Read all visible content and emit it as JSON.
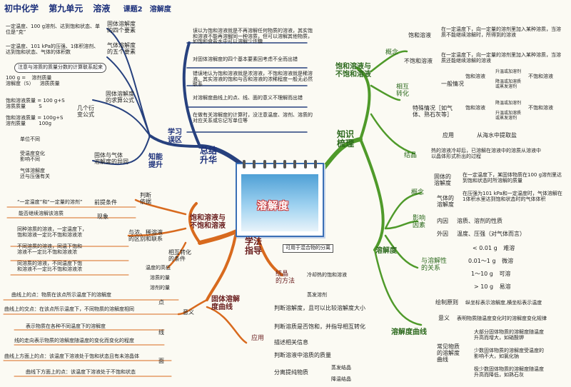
{
  "header": {
    "subject": "初中化学",
    "unit": "第九单元",
    "topic": "溶液",
    "lesson": "课题2",
    "lesson_title": "溶解度"
  },
  "center": {
    "title": "溶解度"
  },
  "hubs": {
    "summary": "总结\n升华",
    "knowledge": "知识\n梳理",
    "method": "学法\n指导"
  },
  "summary_branch": {
    "skill": "知能\n提升",
    "mistakes": "学习\n误区",
    "mistake_items": [
      "误以为饱和溶液就是不再溶解任何物质的溶液，其实饱和溶液不能再溶解同一种溶质，但可以溶解其他物质，如饱和食盐水中可以溶解少许糖",
      "对固体溶解度的四个基本要素回考虑不全而出错",
      "错误地认为饱和溶液就是浓溶液，不饱和溶液就是稀溶液。其实溶液的饱和与否和溶液的浓稀程度一般无必然联系",
      "对溶解度曲线上的点、线、面的意义不理解而出错",
      "在做有关溶解度的计算时，没注意温度、溶剂、溶质的对应关系或忘记写单位等"
    ],
    "four_elements_label": "固体溶解度\n的四个要素",
    "four_elements_text": "一定温度、100 g溶剂、达到饱和状态、单位是“克”",
    "gas_five_label": "气体溶解度\n的五个要素",
    "gas_five_text": "一定温度、101 kPa的压强、1体积溶剂、达到饱和状态、气体的体积数",
    "calc_note": "注意与溶质的质量分数的计算联系起来",
    "calc_label": "固体溶解度\n的求算公式",
    "formulas": [
      [
        "100 g",
        "溶解度（S）",
        "溶剂质量",
        "溶质质量"
      ],
      [
        "饱和溶液质量",
        "溶质质量",
        "100 g+S",
        "S"
      ],
      [
        "饱和溶液质量",
        "溶剂质量",
        "100g+S",
        "100g"
      ]
    ],
    "variants": "几个衍\n变公式",
    "diff_label": "固体与气体\n溶解度的异同",
    "diff_items": [
      "单位不同",
      "受温度变化\n影响不同",
      "气体溶解度\n还与压强有关"
    ]
  },
  "knowledge_branch": {
    "sat": "饱和溶液与\n不饱和溶液",
    "concept": "概念",
    "sat_solution": "饱和溶液",
    "sat_def": "在一定温度下，向一定量的溶剂里加入某种溶质，当溶质不能继续溶解时，所得到的溶液",
    "unsat_solution": "不饱和溶液",
    "unsat_def": "在一定温度下，向一定量的溶剂里加入某种溶质，当溶质还能继续溶解的溶液",
    "convert": "相互\n转化",
    "general": "一般情况",
    "special": "特殊情况［如气\n体、熟石灰等］",
    "sat_word": "饱和溶液",
    "unsat_word": "不饱和溶液",
    "conv_up": "升温或加溶剂",
    "conv_down": "降温或加溶质\n或蒸发溶剂",
    "conv_up2": "降温或加溶剂",
    "conv_down2": "升温或加溶质\n或蒸发溶剂",
    "apply": "应用",
    "apply_text": "从海水中提取盐",
    "crystal": "结晶",
    "crystal_text": "热的溶液冷却后，已溶解在溶液中的溶质从溶液中以晶体形式析出的过程",
    "solubility": "溶解度",
    "sol_concept": "概念",
    "solid_sol": "固体的\n溶解度",
    "solid_def": "在一定温度下，某固体物质在100 g溶剂里达到饱和状态时所溶解的质量",
    "gas_sol": "气体的\n溶解度",
    "gas_def": "在压强为101 kPa和一定温度时，气体溶解在1体积水里达到饱和状态时的气体体积",
    "factors": "影响\n因素",
    "inner": "内因",
    "inner_text": "溶质、溶剂的性质",
    "outer": "外因",
    "outer_text": "温度、压强（对气体而言）",
    "relation": "与溶解性\n的关系",
    "ranges": [
      [
        "< 0.01 g",
        "难溶"
      ],
      [
        "0.01～1 g",
        "微溶"
      ],
      [
        "1～10 g",
        "可溶"
      ],
      [
        "> 10 g",
        "易溶"
      ]
    ],
    "curve": "溶解度曲线",
    "draw": "绘制原则",
    "draw_text": "纵坐标表示溶解度,横坐标表示温度",
    "meaning": "意义",
    "meaning_text": "表明物质随温度变化时的溶解度变化规律",
    "common": "常见物质\n的溶解度\n曲线",
    "common_items": [
      "大部分固体物质的溶解度随温度\n升高而增大，如硝酸钾",
      "少数固体物质的溶解度受温度的\n影响不大，如氯化钠",
      "极少数固体物质的溶解度随温度\n升高而降低，如熟石灰"
    ]
  },
  "method_branch": {
    "sat": "饱和溶液与\n不饱和溶液",
    "judge": "判断\n依据",
    "premise_q": "“一定温度”和“一定量的溶剂”",
    "premise": "前提条件",
    "phenom": "现象",
    "phenom_text": "能否继续溶解该溶质",
    "relation": "与浓、稀溶液\n的区别和联系",
    "rel_items": [
      "同种溶质的溶液，一定温度下，\n饱和溶液一定比不饱和溶液浓",
      "不同溶质的溶液，同温下饱和\n溶液不一定比不饱和溶液浓",
      "同溶质的溶液，不同温度下饱\n和溶液不一定比不饱和溶液浓"
    ],
    "cond": "相互转化\n的条件",
    "cond_items": [
      "温度的高低",
      "溶质的量",
      "溶剂的量"
    ],
    "crystal": "结晶\n的方法",
    "crystal_note": "可用于混合物的分离",
    "crystal_items": [
      "冷却热的饱和溶液",
      "蒸发溶剂"
    ],
    "curve": "固体溶解\n度曲线",
    "meaning": "意义",
    "point": "点",
    "point_items": [
      "曲线上的点：物质在该点所示温度下的溶解度",
      "曲线上的交点：在该点所示温度下，不同物质的溶解度相同"
    ],
    "line": "线",
    "line_items": [
      "表示物质在各种不同温度下的溶解度",
      "线的走向表示物质的溶解度随温度的变化而变化的程度"
    ],
    "surface": "面",
    "surface_items": [
      "曲线上方面上的点：该温度下溶液处于饱和状态且有未溶晶体",
      "曲线下方面上的点：该温度下溶液处于不饱和状态"
    ],
    "apply": "应用",
    "apply_items": [
      "判断溶解度，且可以比较溶解度大小",
      "判断溶质是否饱和，并指导相互转化",
      "描述相关信息",
      "判断溶液中溶质的质量",
      "分离提纯物质"
    ],
    "sep_items": [
      "蒸发结晶",
      "降温结晶"
    ]
  }
}
